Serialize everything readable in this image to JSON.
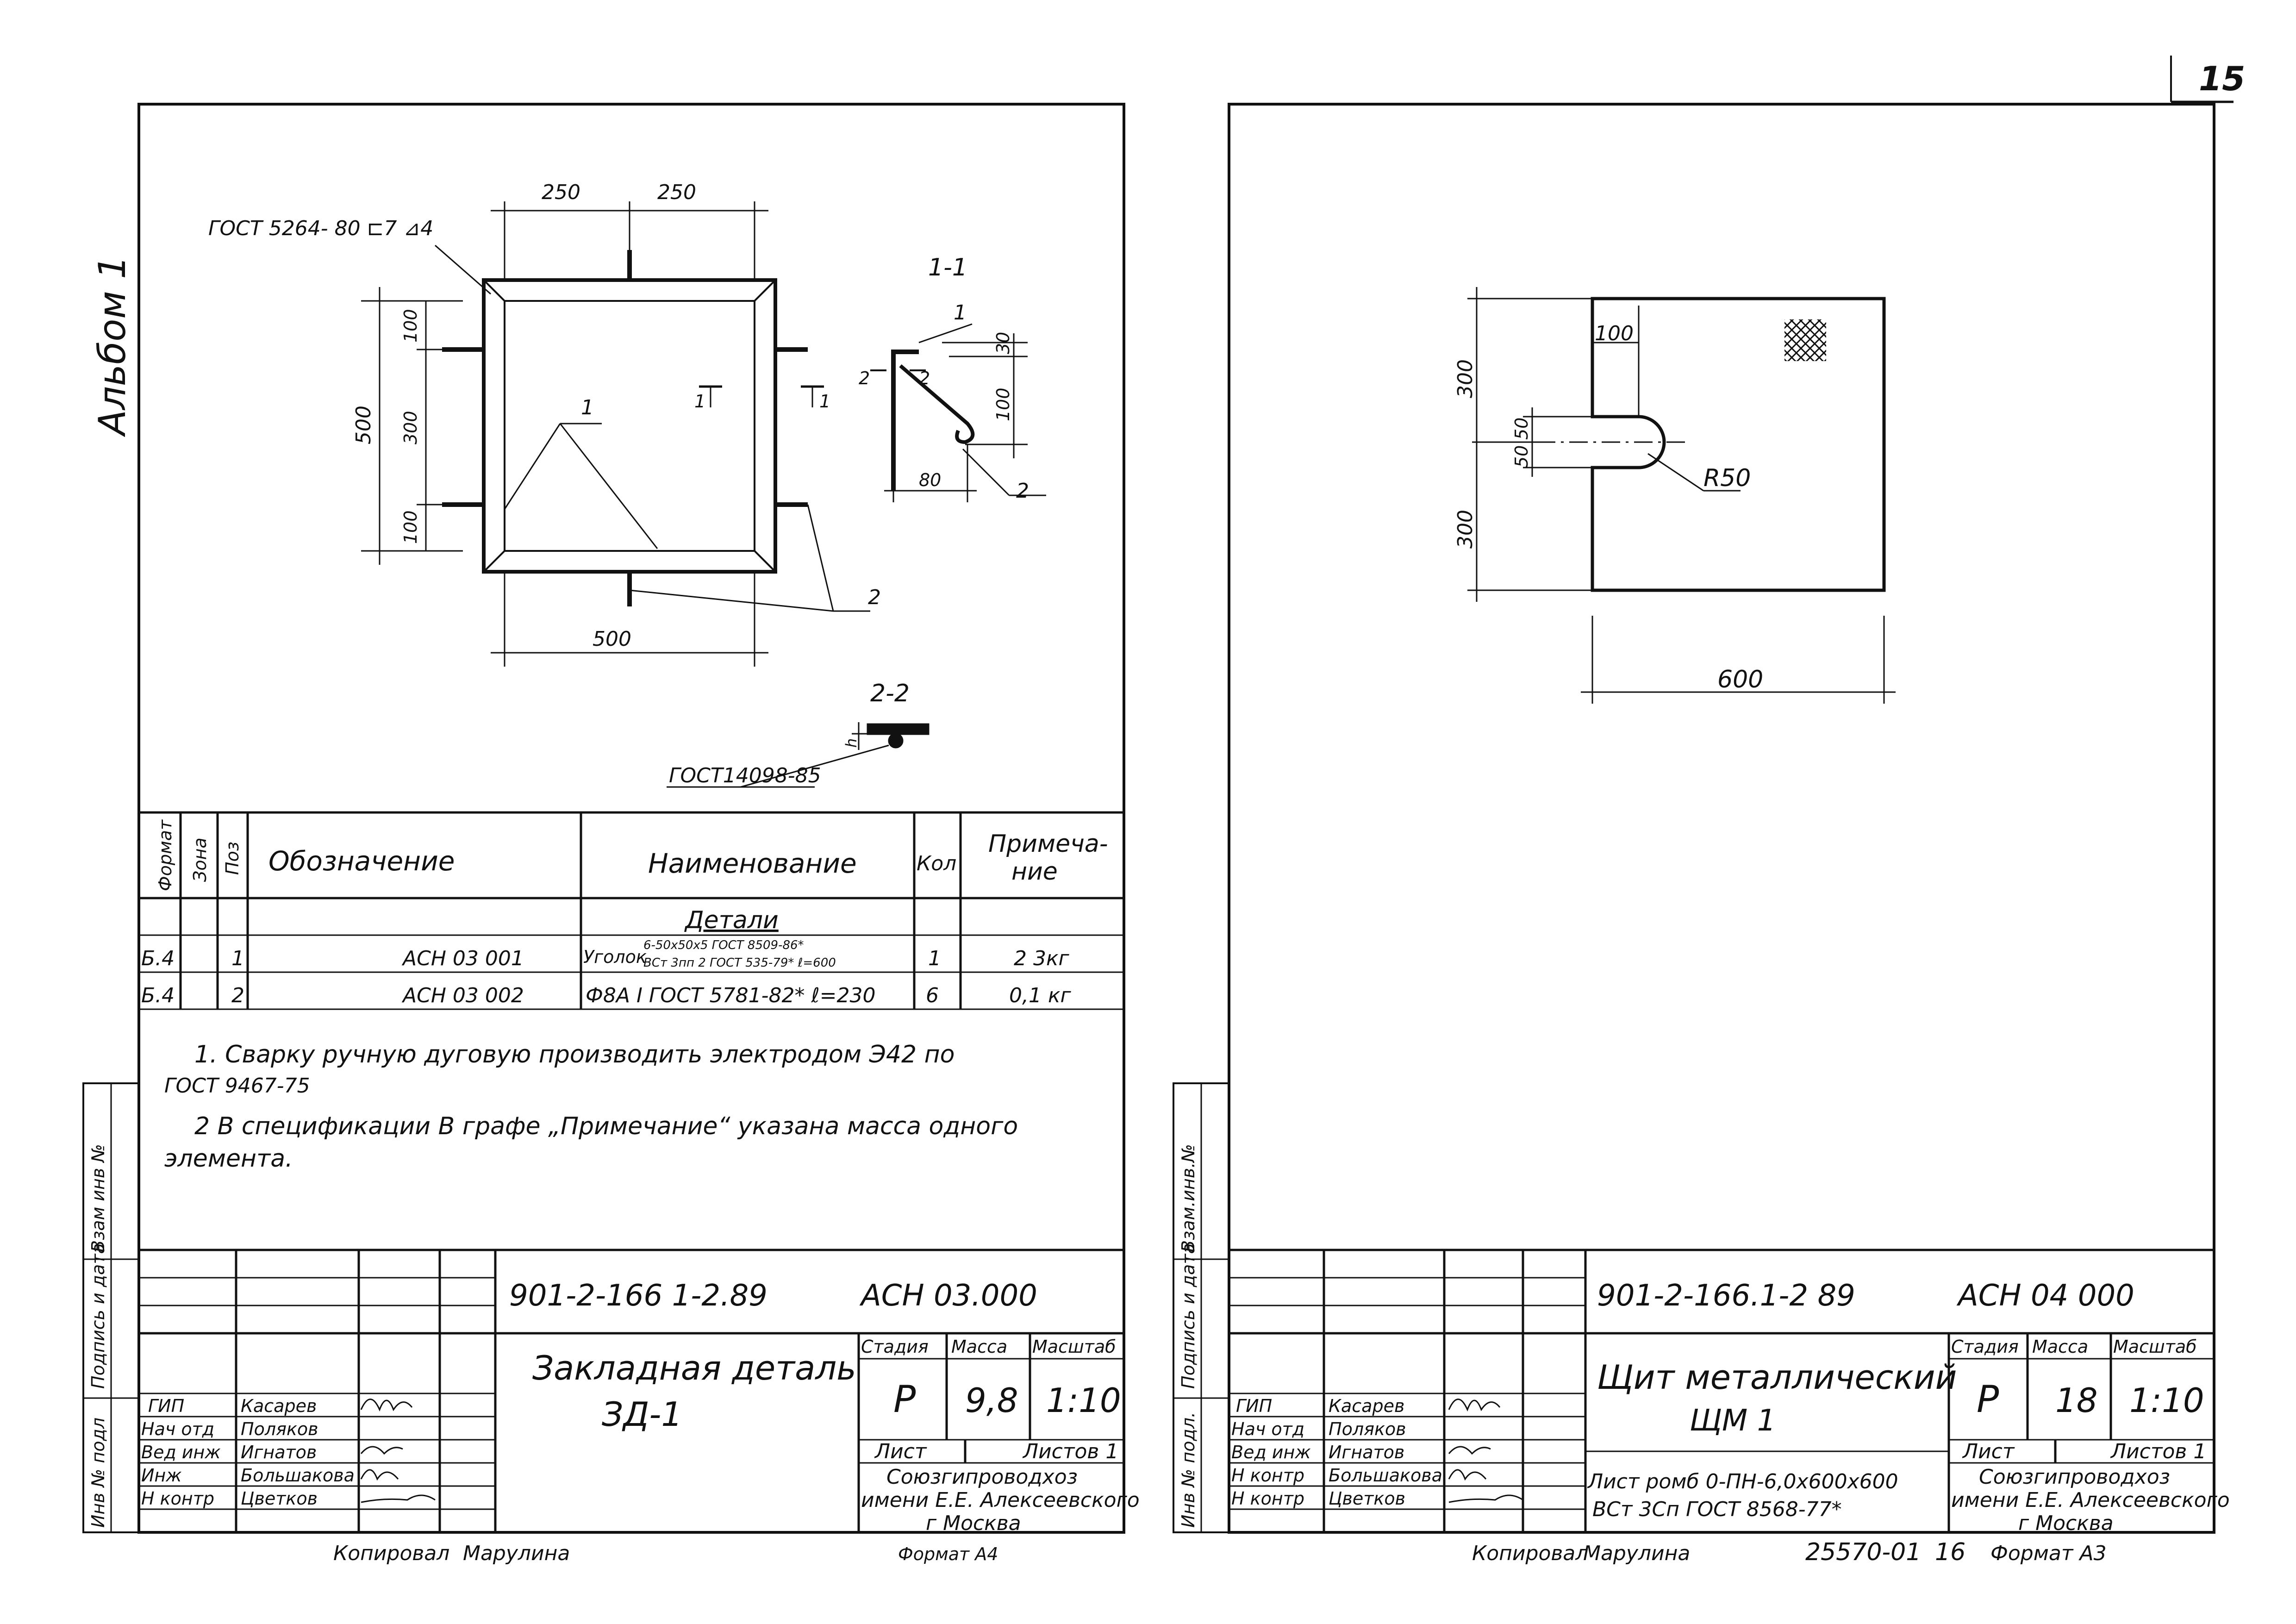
{
  "page_number": "15",
  "left_sheet": {
    "album_label": "Альбом 1",
    "drawing": {
      "gost_weld": "ГОСТ 5264- 80 ⊏7 ⊿4",
      "dim_top_left": "250",
      "dim_top_right": "250",
      "dim_bottom": "500",
      "dim_left_total": "500",
      "dim_left_top": "100",
      "dim_left_mid": "300",
      "dim_left_bottom": "100",
      "pos1": "1",
      "pos2": "2",
      "cut_mark_left": "1",
      "cut_mark_right": "1",
      "section11_title": "1-1",
      "section11_pos1": "1",
      "section11_pos2": "2",
      "section11_cut": "2",
      "section11_cut2": "2",
      "section11_dim30": "30",
      "section11_dim100": "100",
      "section11_dim80": "80",
      "section22_title": "2-2",
      "section22_gost": "ГОСТ14098-85",
      "section22_h": "h"
    },
    "spec": {
      "headers": {
        "format": "Формат",
        "zone": "Зона",
        "pos": "Поз",
        "designation": "Обозначение",
        "name": "Наименование",
        "qty": "Кол",
        "note": "Примеча-ние"
      },
      "section_title": "Детали",
      "rows": [
        {
          "format": "Б.4",
          "pos": "1",
          "designation": "АСН 03 001",
          "name_prefix": "Уголок",
          "name_top": "6-50x50x5 ГОСТ 8509-86*",
          "name_bottom": "ВСт 3пп 2 ГОСТ 535-79* ℓ=600",
          "qty": "1",
          "note": "2 3кг"
        },
        {
          "format": "Б.4",
          "pos": "2",
          "designation": "АСН 03 002",
          "name": "Ф8А I ГОСТ 5781-82* ℓ=230",
          "qty": "6",
          "note": "0,1 кг"
        }
      ]
    },
    "notes": {
      "line1": "1. Сварку ручную дуговую производить электродом Э42 по",
      "line2": "ГОСТ 9467-75",
      "line3": "2 В спецификации В графе „Примечание“ указана масса одного",
      "line4": "элемента."
    },
    "side_stamp": {
      "inv_no": "Инв № подл",
      "sign_date": "Подпись и дата",
      "replace_inv": "Взам инв №"
    },
    "title_block": {
      "doc_code": "901-2-166 1-2.89",
      "sheet_code": "АСН 03.000",
      "title_line1": "Закладная деталь",
      "title_line2": "ЗД-1",
      "col_stage": "Стадия",
      "col_mass": "Масса",
      "col_scale": "Масштаб",
      "stage": "Р",
      "mass": "9,8",
      "scale": "1:10",
      "sheet_label": "Лист",
      "sheets_label": "Листов 1",
      "org_line1": "Союзгипроводхоз",
      "org_line2": "имени Е.Е. Алексеевского",
      "org_line3": "г Москва",
      "people": [
        {
          "role": "ГИП",
          "name": "Касарев"
        },
        {
          "role": "Нач отд",
          "name": "Поляков"
        },
        {
          "role": "Вед инж",
          "name": "Игнатов"
        },
        {
          "role": "Инж",
          "name": "Большакова"
        },
        {
          "role": "Н контр",
          "name": "Цветков"
        }
      ]
    },
    "footer": {
      "copied": "Копировал",
      "copier": "Марулина",
      "format": "Формат А4"
    }
  },
  "right_sheet": {
    "drawing": {
      "dim_width": "600",
      "dim_tab": "100",
      "dim_top": "300",
      "dim_bottom": "300",
      "dim_slot_top": "50",
      "dim_slot_bottom": "50",
      "radius": "R50"
    },
    "side_stamp": {
      "inv_no": "Инв № подл.",
      "sign_date": "Подпись и дата",
      "replace_inv": "Взам.инв.№"
    },
    "title_block": {
      "doc_code": "901-2-166.1-2 89",
      "sheet_code": "АСН 04 000",
      "title_line1": "Щит металлический",
      "title_line2": "ЩМ 1",
      "material_line1": "Лист ромб 0-ПН-6,0x600x600",
      "material_line2": "ВСт 3Сп  ГОСТ 8568-77*",
      "col_stage": "Стадия",
      "col_mass": "Масса",
      "col_scale": "Масштаб",
      "stage": "Р",
      "mass": "18",
      "scale": "1:10",
      "sheet_label": "Лист",
      "sheets_label": "Листов 1",
      "org_line1": "Союзгипроводхоз",
      "org_line2": "имени Е.Е. Алексеевского",
      "org_line3": "г Москва",
      "people": [
        {
          "role": "ГИП",
          "name": "Касарев"
        },
        {
          "role": "Нач отд",
          "name": "Поляков"
        },
        {
          "role": "Вед инж",
          "name": "Игнатов"
        },
        {
          "role": "Н контр",
          "name": "Большакова"
        },
        {
          "role": "Н контр",
          "name": "Цветков"
        }
      ]
    },
    "footer": {
      "copied": "Копировал",
      "copier": "Марулина",
      "number": "25570-01",
      "sheet": "16",
      "format": "Формат А3"
    }
  }
}
